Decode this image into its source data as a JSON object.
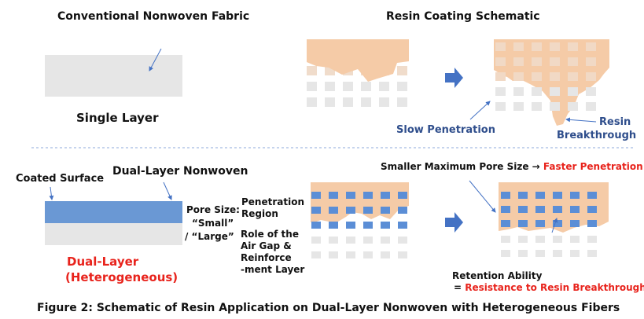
{
  "top_left": {
    "title": "Conventional Nonwoven Fabric",
    "layer_label": "Single Layer"
  },
  "top_right": {
    "title": "Resin Coating Schematic",
    "slow_label": "Slow Penetration",
    "breakthrough_line1": "Resin",
    "breakthrough_line2": "Breakthrough"
  },
  "bottom_left": {
    "title": "Dual-Layer Nonwoven",
    "coated_surface": "Coated Surface",
    "pore_line1": "Pore Size:",
    "pore_line2": "“Small”",
    "pore_line3": "/ “Large”",
    "dual_line1": "Dual-Layer",
    "dual_line2": "(Heterogeneous)"
  },
  "bottom_middle": {
    "penetration_line1": "Penetration",
    "penetration_line2": "Region",
    "role_line1": "Role of the",
    "role_line2": "Air Gap &",
    "role_line3": "Reinforce",
    "role_line4": "-ment Layer"
  },
  "bottom_right": {
    "smaller_pore_text": "Smaller Maximum Pore Size →",
    "faster_text": "Faster Penetration",
    "retention_line1": "Retention Ability",
    "retention_eq": "=",
    "retention_line2": "Resistance to Resin Breakthrough"
  },
  "caption": "Figure 2: Schematic of Resin Application on Dual-Layer Nonwoven with Heterogeneous Fibers",
  "colors": {
    "resin": "#f5cba7",
    "grey_block": "#e6e6e6",
    "blue_block": "#5b8ed6",
    "arrow": "#4472c4",
    "navy_text": "#2f4e8c",
    "red_text": "#e8231c",
    "divider": "#8ea9db"
  }
}
